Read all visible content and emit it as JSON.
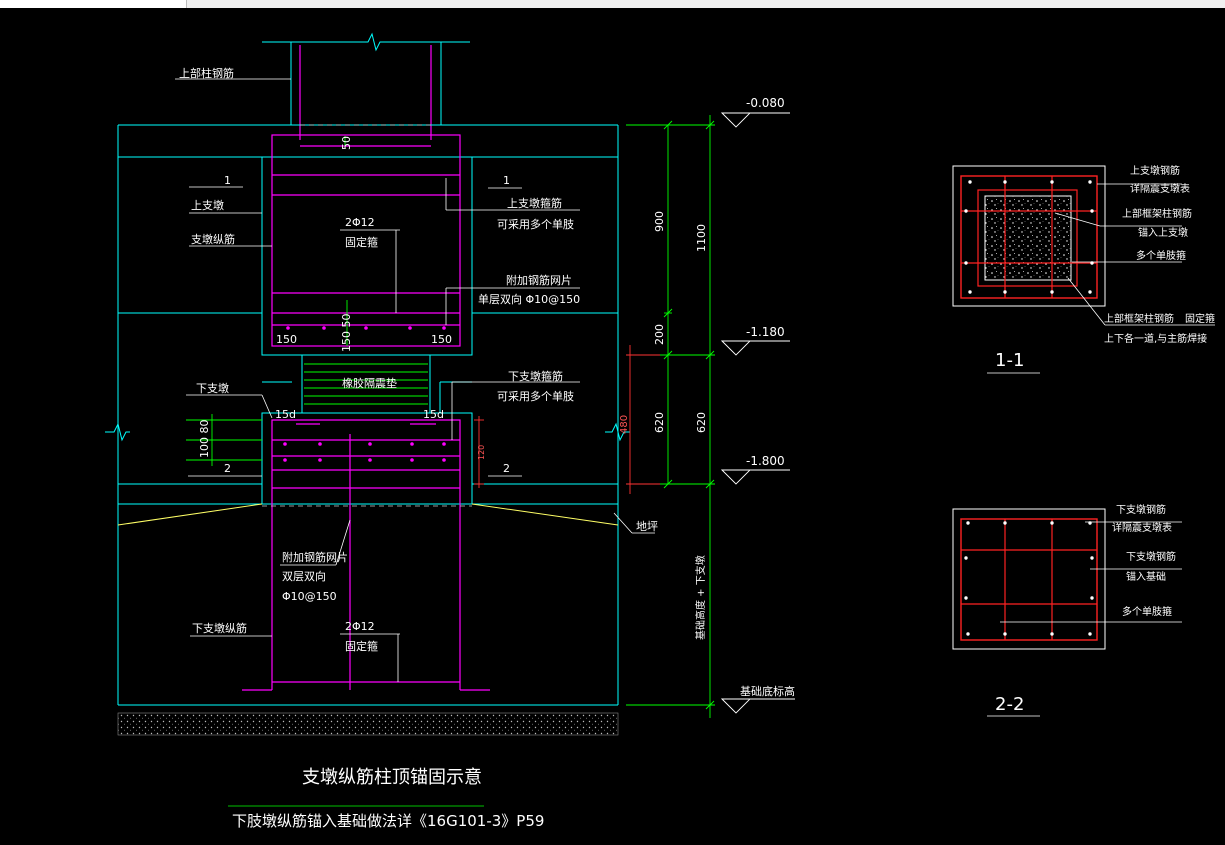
{
  "colors": {
    "background": "#000000",
    "outline": "#00ffff",
    "rebar": "#ff00ff",
    "dimension": "#00ff00",
    "section_rebar": "#ff0000",
    "slope": "#ffff00",
    "text": "#ffffff"
  },
  "main": {
    "title": "支墩纵筋柱顶锚固示意",
    "subtitle": "下肢墩纵筋锚入基础做法详《16G101-3》P59",
    "labels": {
      "upper_column_rebar": "上部柱钢筋",
      "sec1_left": "1",
      "upper_pier_left": "上支墩",
      "pier_long_rebar": "支墩纵筋",
      "sec1_right": "1",
      "upper_pier_stirrup": "上支墩箍筋",
      "upper_pier_stirrup_note": "可采用多个单肢",
      "two_phi12_top": "2Φ12",
      "fix_stirrup_top": "固定箍",
      "add_mesh_top": "附加钢筋网片",
      "single_layer": "单层双向 Φ10@150",
      "rubber_bearing": "橡胶隔震垫",
      "lower_pier_left": "下支墩",
      "lower_pier_stirrup": "下支墩箍筋",
      "lower_pier_stirrup_note": "可采用多个单肢",
      "d15_left": "15d",
      "d15_right": "15d",
      "sec2_left": "2",
      "sec2_right": "2",
      "add_mesh_bottom": "附加钢筋网片",
      "double_layer": "双层双向",
      "phi10_150": "Φ10@150",
      "lower_pier_long": "下支墩纵筋",
      "two_phi12_bottom": "2Φ12",
      "fix_stirrup_bottom": "固定箍",
      "floor": "地坪",
      "foundation_height": "基础高度 + 下支墩",
      "foundation_bottom": "基础底标高"
    },
    "dims": {
      "d50_top": "50",
      "d150_50": "150 50",
      "d150_l": "150",
      "d150_r": "150",
      "d100_80": "100 80",
      "d120": "120",
      "d900": "900",
      "d1100": "1100",
      "d200": "200",
      "d620a": "620",
      "d620b": "620",
      "d480": "480"
    },
    "elevations": {
      "e1": "-0.080",
      "e2": "-1.180",
      "e3": "-1.800"
    }
  },
  "section_1_1": {
    "title": "1-1",
    "notes": [
      "上支墩钢筋",
      "详隔震支墩表",
      "上部框架柱钢筋",
      "锚入上支墩",
      "多个单肢箍"
    ],
    "note_bottom_1": "上部框架柱钢筋",
    "note_bottom_fix": "固定箍",
    "note_bottom_2": "上下各一道,与主筋焊接"
  },
  "section_2_2": {
    "title": "2-2",
    "notes": [
      "下支墩钢筋",
      "详隔震支墩表",
      "下支墩钢筋",
      "锚入基础",
      "多个单肢箍"
    ]
  }
}
